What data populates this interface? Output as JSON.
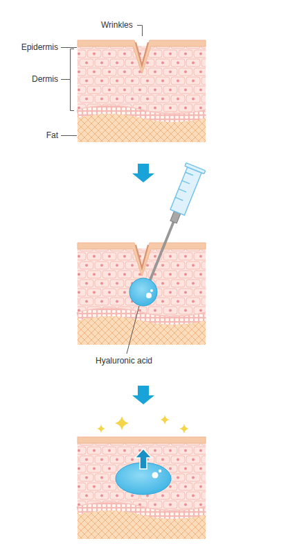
{
  "diagram": {
    "labels": [
      "Wrinkles",
      "Epidermis",
      "Dermis",
      "Fat",
      "Hyaluronic acid"
    ]
  }
}
